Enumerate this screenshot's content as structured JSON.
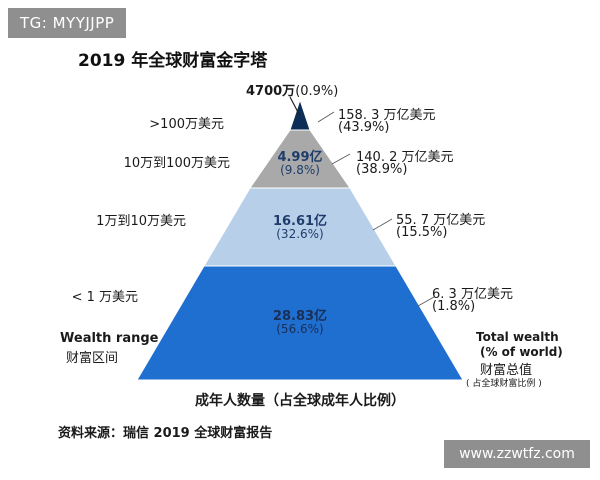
{
  "watermarks": {
    "top_left": "TG: MYYJJPP",
    "bottom_right": "www.zzwtfz.com"
  },
  "chart_data": {
    "type": "pyramid",
    "title": "2019 年全球财富金字塔",
    "xlabel": "成年人数量（占全球成年人比例）",
    "source": "资料来源：瑞信 2019 全球财富报告",
    "left_axis_title": {
      "en": "Wealth range",
      "zh": "财富区间"
    },
    "right_axis_title": {
      "en": "Total wealth",
      "en2": "(% of world)",
      "zh": "财富总值",
      "note": "( 占全球财富比例 )"
    },
    "tiers": [
      {
        "range": ">100万美元",
        "adults": "4700万",
        "adults_pct": "(0.9%)",
        "wealth": "158. 3 万亿美元",
        "wealth_pct": "(43.9%)",
        "color": "#0d2f57",
        "text_color": "#111111"
      },
      {
        "range": "10万到100万美元",
        "adults": "4.99亿",
        "adults_pct": "(9.8%)",
        "wealth": "140. 2 万亿美元",
        "wealth_pct": "(38.9%)",
        "color": "#a9a9a9",
        "text_color": "#1f3d6b"
      },
      {
        "range": "1万到10万美元",
        "adults": "16.61亿",
        "adults_pct": "(32.6%)",
        "wealth": "55. 7 万亿美元",
        "wealth_pct": "(15.5%)",
        "color": "#b8cfea",
        "text_color": "#1f3d6b"
      },
      {
        "range": "< 1 万美元",
        "adults": "28.83亿",
        "adults_pct": "(56.6%)",
        "wealth": "6. 3 万亿美元",
        "wealth_pct": "(1.8%)",
        "color": "#1f6fd1",
        "text_color": "#1a2f55"
      }
    ]
  }
}
